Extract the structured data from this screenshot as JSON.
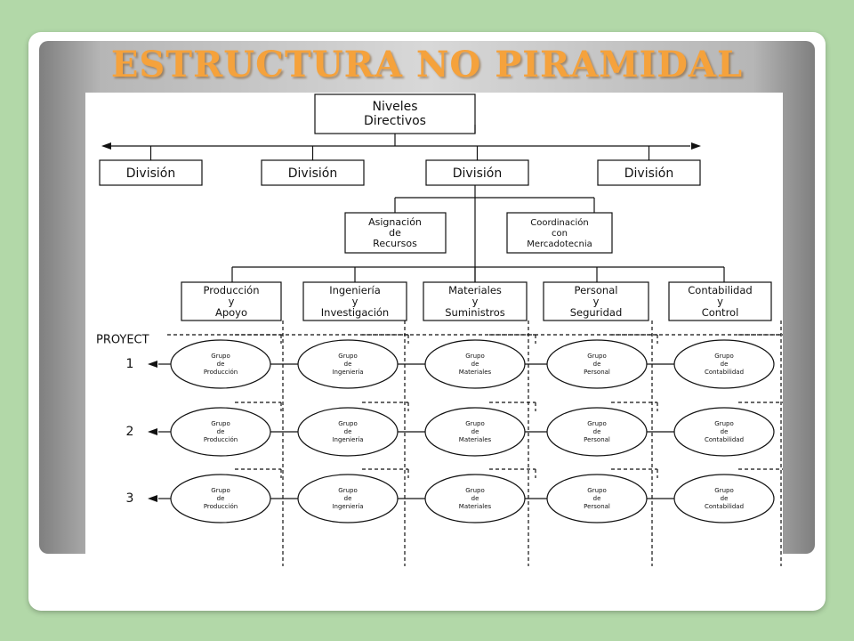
{
  "slide": {
    "title": "ESTRUCTURA NO PIRAMIDAL"
  },
  "diagram": {
    "top": [
      "Niveles",
      "Directivos"
    ],
    "divisions": [
      "División",
      "División",
      "División",
      "División"
    ],
    "staff": [
      [
        "Asignación",
        "de",
        "Recursos"
      ],
      [
        "Coordinación",
        "con",
        "Mercadotecnia"
      ]
    ],
    "departments": [
      [
        "Producción",
        "y",
        "Apoyo"
      ],
      [
        "Ingeniería",
        "y",
        "Investigación"
      ],
      [
        "Materiales",
        "y",
        "Suministros"
      ],
      [
        "Personal",
        "y",
        "Seguridad"
      ],
      [
        "Contabilidad",
        "y",
        "Control"
      ]
    ],
    "projects_label": "PROYECT",
    "project_numbers": [
      "1",
      "2",
      "3"
    ],
    "groups": [
      [
        "Grupo",
        "de",
        "Producción"
      ],
      [
        "Grupo",
        "de",
        "Ingeniería"
      ],
      [
        "Grupo",
        "de",
        "Materiales"
      ],
      [
        "Grupo",
        "de",
        "Personal"
      ],
      [
        "Grupo",
        "de",
        "Contabilidad"
      ]
    ]
  }
}
